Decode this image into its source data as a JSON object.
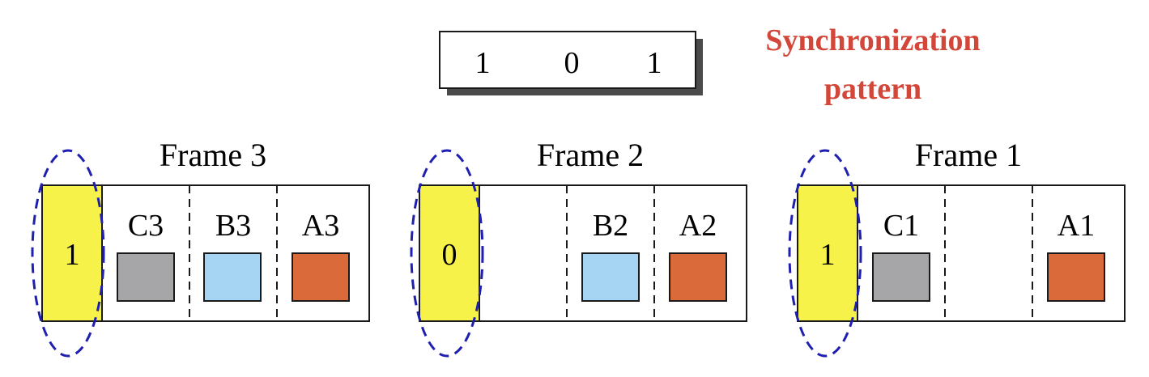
{
  "sync_pattern": {
    "bits": [
      "1",
      "0",
      "1"
    ],
    "label_line1": "Synchronization",
    "label_line2": "pattern"
  },
  "frames": [
    {
      "title": "Frame 3",
      "sync_bit": "1",
      "slots": [
        {
          "label": "C3",
          "color": "#a6a6a8"
        },
        {
          "label": "B3",
          "color": "#a6d5f4"
        },
        {
          "label": "A3",
          "color": "#da6a39"
        }
      ]
    },
    {
      "title": "Frame 2",
      "sync_bit": "0",
      "slots": [
        {
          "label": "",
          "color": null
        },
        {
          "label": "B2",
          "color": "#a6d5f4"
        },
        {
          "label": "A2",
          "color": "#da6a39"
        }
      ]
    },
    {
      "title": "Frame 1",
      "sync_bit": "1",
      "slots": [
        {
          "label": "C1",
          "color": "#a6a6a8"
        },
        {
          "label": "",
          "color": null
        },
        {
          "label": "A1",
          "color": "#da6a39"
        }
      ]
    }
  ],
  "colors": {
    "sync_fill": "#f7f249",
    "ellipse": "#1f1fb0",
    "label_red": "#d2473a"
  }
}
